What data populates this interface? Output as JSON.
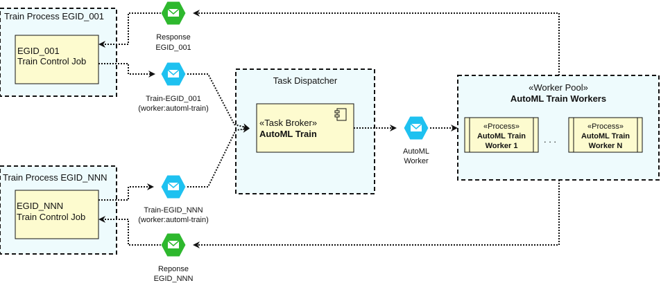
{
  "groups": {
    "train_process_1": {
      "title": "Train Process EGID_001"
    },
    "train_process_n": {
      "title": "Train Process EGID_NNN"
    },
    "task_dispatcher": {
      "title": "Task Dispatcher"
    },
    "worker_pool": {
      "stereotype": "«Worker Pool»",
      "title": "AutoML Train Workers"
    }
  },
  "jobs": {
    "job_1": {
      "line1": "EGID_001",
      "line2": "Train Control Job"
    },
    "job_n": {
      "line1": "EGID_NNN",
      "line2": "Train Control Job"
    }
  },
  "broker": {
    "stereotype": "«Task Broker»",
    "name": "AutoML Train"
  },
  "workers": {
    "worker_1": {
      "stereotype": "«Process»",
      "line1": "AutoML Train",
      "line2": "Worker 1"
    },
    "ellipsis": ". . .",
    "worker_n": {
      "stereotype": "«Process»",
      "line1": "AutoML Train",
      "line2": "Worker N"
    }
  },
  "queues": {
    "response_1": {
      "line1": "Response",
      "line2": "EGID_001",
      "color": "#2eb82e"
    },
    "train_1": {
      "line1": "Train-EGID_001",
      "line2": "(worker:automl-train)",
      "color": "#1ec1f0"
    },
    "automl_worker": {
      "line1": "AutoML",
      "line2": "Worker",
      "color": "#1ec1f0"
    },
    "train_n": {
      "line1": "Train-EGID_NNN",
      "line2": "(worker:automl-train)",
      "color": "#1ec1f0"
    },
    "response_n": {
      "line1": "Reponse",
      "line2": "EGID_NNN",
      "color": "#2eb82e"
    }
  },
  "colors": {
    "group_fill": "#eefbfd",
    "job_fill": "#fdfbcf",
    "border": "#111111"
  },
  "icons": {
    "queue_icon": "envelope-hexagon-icon",
    "component_icon": "uml-component-icon"
  }
}
